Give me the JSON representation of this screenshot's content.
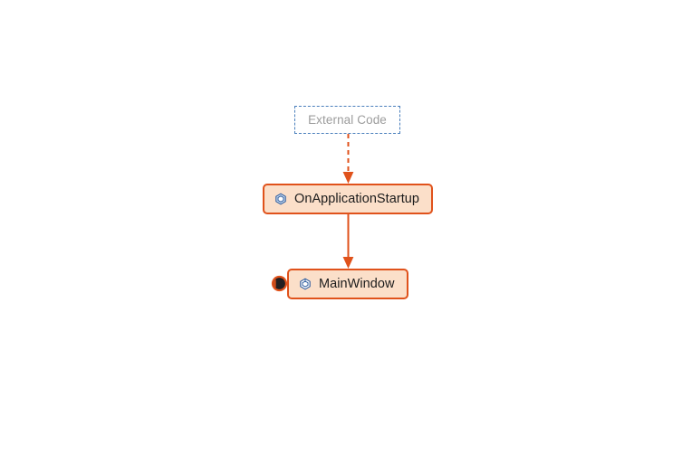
{
  "diagram": {
    "type": "call-stack-graph",
    "background_color": "#ffffff",
    "nodes": [
      {
        "id": "external-code",
        "label": "External Code",
        "style": "dashed-stub",
        "border_color": "#4a7fbc",
        "text_color": "#9c9c9c",
        "fill_color": "#ffffff",
        "icon": null
      },
      {
        "id": "on-application-startup",
        "label": "OnApplicationStartup",
        "style": "stack-frame",
        "border_color": "#e0521b",
        "fill_color": "#fbdfc9",
        "text_color": "#1b1b1b",
        "icon": "method-cube-icon",
        "icon_color": "#2f5c9e"
      },
      {
        "id": "main-window",
        "label": "MainWindow",
        "style": "stack-frame",
        "border_color": "#e0521b",
        "fill_color": "#fbdfc9",
        "text_color": "#1b1b1b",
        "icon": "method-cube-icon",
        "icon_color": "#2f5c9e"
      }
    ],
    "edges": [
      {
        "id": "edge-external-to-startup",
        "from": "external-code",
        "to": "on-application-startup",
        "style": "dashed",
        "color": "#e0521b",
        "arrowhead": "filled-triangle"
      },
      {
        "id": "edge-startup-to-mainwindow",
        "from": "on-application-startup",
        "to": "main-window",
        "style": "solid",
        "color": "#e0521b",
        "arrowhead": "filled-triangle"
      }
    ],
    "markers": [
      {
        "id": "current-statement-marker",
        "icon": "current-statement-arrow-icon",
        "attached_to": "main-window",
        "ring_color": "#e0521b",
        "arrow_color": "#231f20"
      }
    ]
  }
}
